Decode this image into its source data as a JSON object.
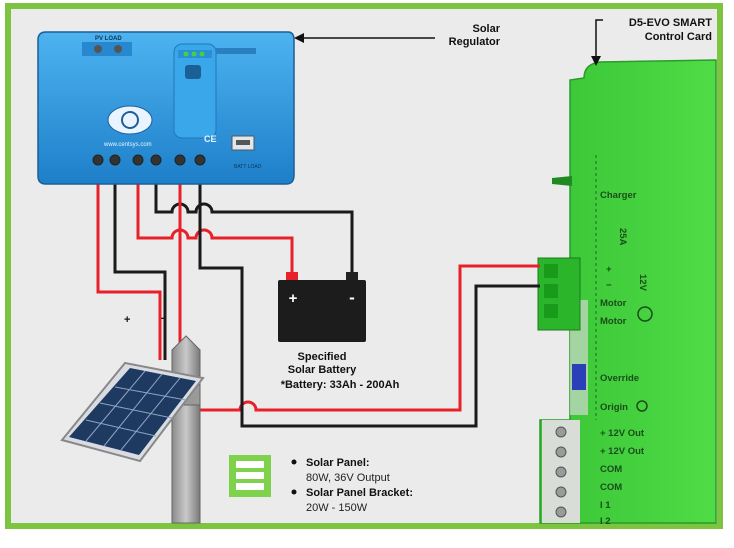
{
  "regulator": {
    "title_line1": "Solar",
    "title_line2": "Regulator",
    "top_left_label": "PV LOAD",
    "logo_text": "www.centsys.com",
    "ce_mark": "CE",
    "terminal_marks": "BATT  LOAD"
  },
  "control_card": {
    "title_line1": "D5-EVO SMART",
    "title_line2": "Control Card",
    "labels": {
      "charger": "Charger",
      "fuse": "25A",
      "plus": "+",
      "minus": "−",
      "v12": "12V",
      "motor1": "Motor",
      "motor2": "Motor",
      "override": "Override",
      "origin": "Origin",
      "out1": "+ 12V Out",
      "out2": "+ 12V Out",
      "com1": "COM",
      "com2": "COM",
      "i1": "I 1",
      "i2": "I 2"
    }
  },
  "battery": {
    "title_line1": "Specified",
    "title_line2": "Solar Battery",
    "spec": "*Battery: 33Ah - 200Ah",
    "plus": "+",
    "minus": "-"
  },
  "panel": {
    "plus_label": "+",
    "minus_label": "-"
  },
  "legend": {
    "item1_title": "Solar Panel:",
    "item1_value": "80W, 36V Output",
    "item2_title": "Solar Panel Bracket:",
    "item2_value": "20W - 150W"
  },
  "colors": {
    "frame": "#7dc440",
    "regulator": "#2f9be0",
    "card": "#3fcf3a",
    "wire_red": "#e8202a",
    "wire_black": "#1a1a1a"
  }
}
